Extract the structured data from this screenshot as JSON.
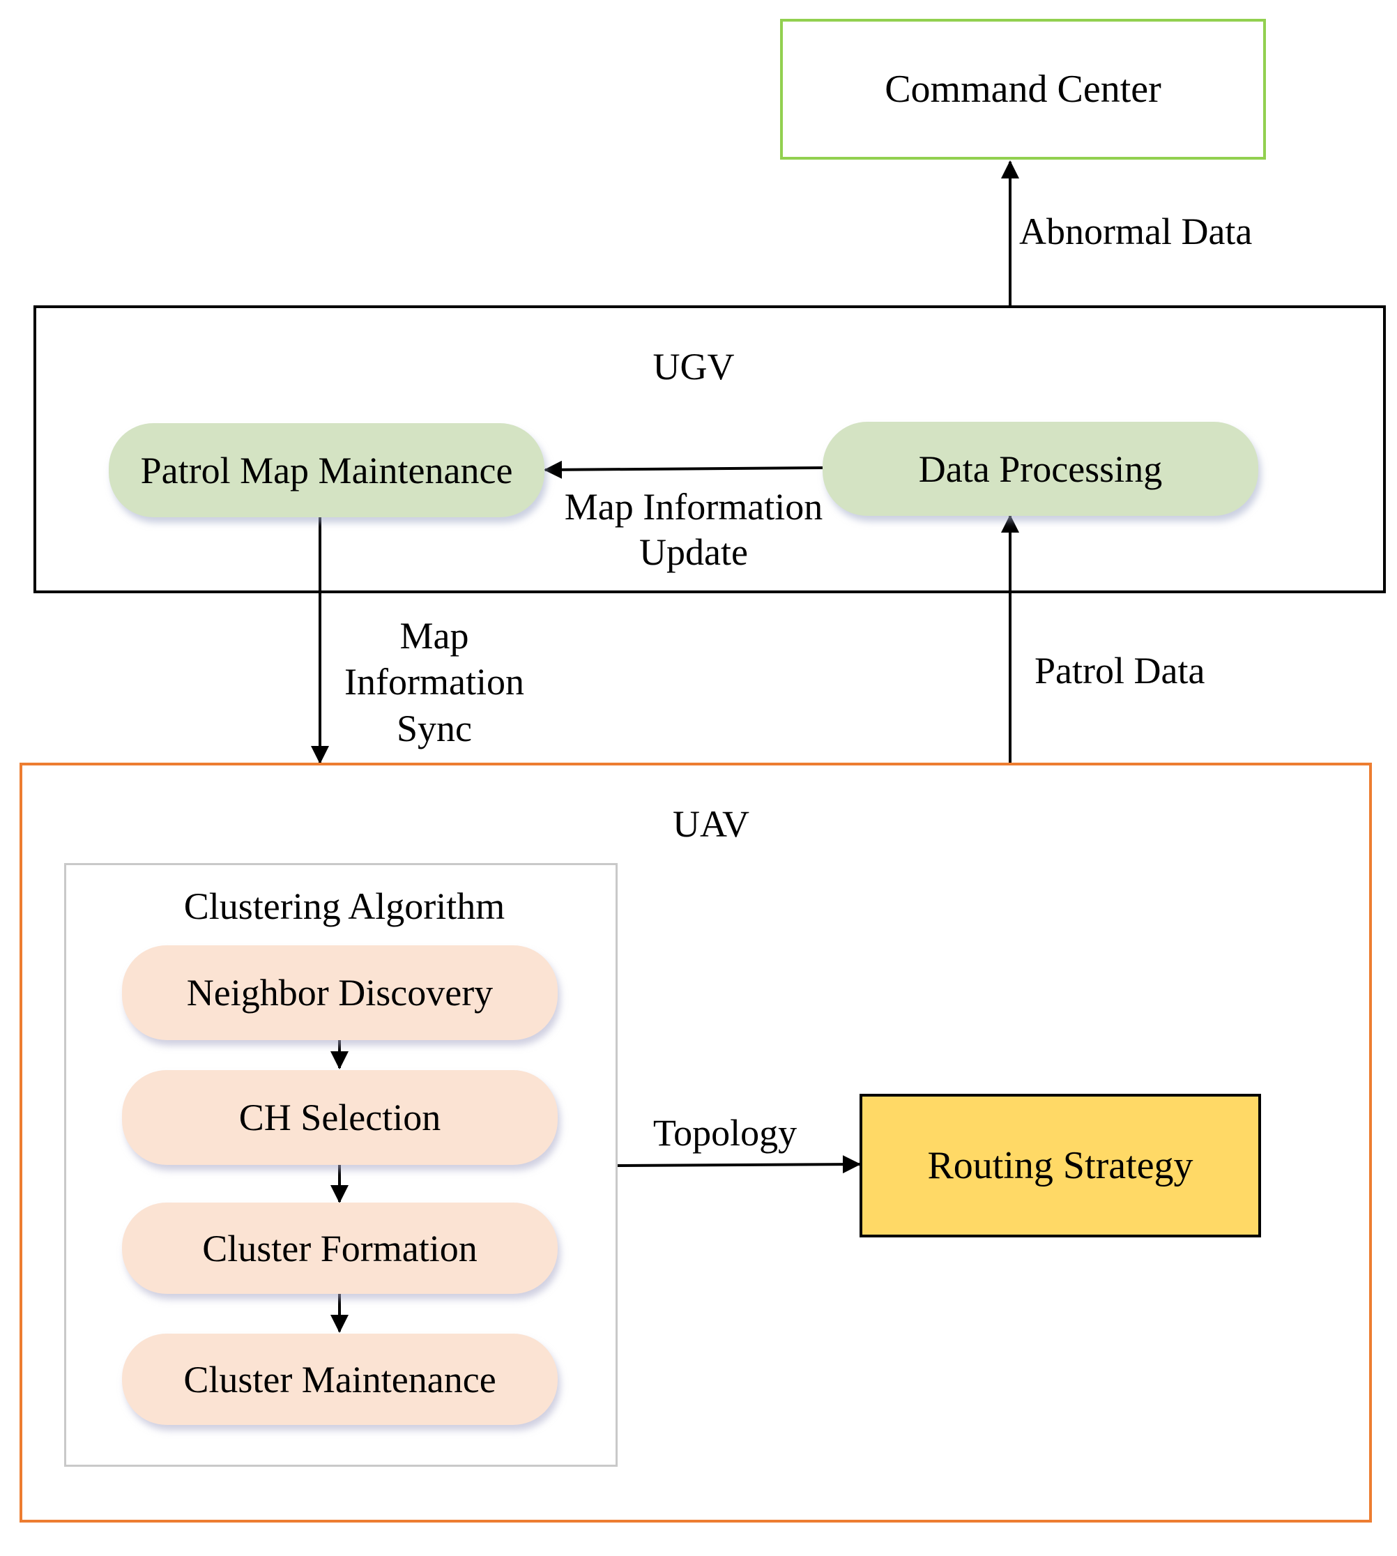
{
  "nodes": {
    "command_center": "Command Center",
    "ugv": "UGV",
    "patrol_map_maintenance": "Patrol Map Maintenance",
    "data_processing": "Data Processing",
    "uav": "UAV",
    "clustering_algorithm": "Clustering Algorithm",
    "neighbor_discovery": "Neighbor Discovery",
    "ch_selection": "CH Selection",
    "cluster_formation": "Cluster Formation",
    "cluster_maintenance": "Cluster Maintenance",
    "routing_strategy": "Routing Strategy"
  },
  "edges": {
    "abnormal_data": "Abnormal Data",
    "map_information_update": [
      "Map Information",
      "Update"
    ],
    "map_information_sync": [
      "Map",
      "Information",
      "Sync"
    ],
    "patrol_data": "Patrol Data",
    "topology": "Topology"
  },
  "colors": {
    "command_center_border": "#92d050",
    "uav_border": "#ed7d31",
    "routing_fill": "#ffd966",
    "green_pill": "#d4e3c3",
    "peach_pill": "#fbe3d3"
  }
}
